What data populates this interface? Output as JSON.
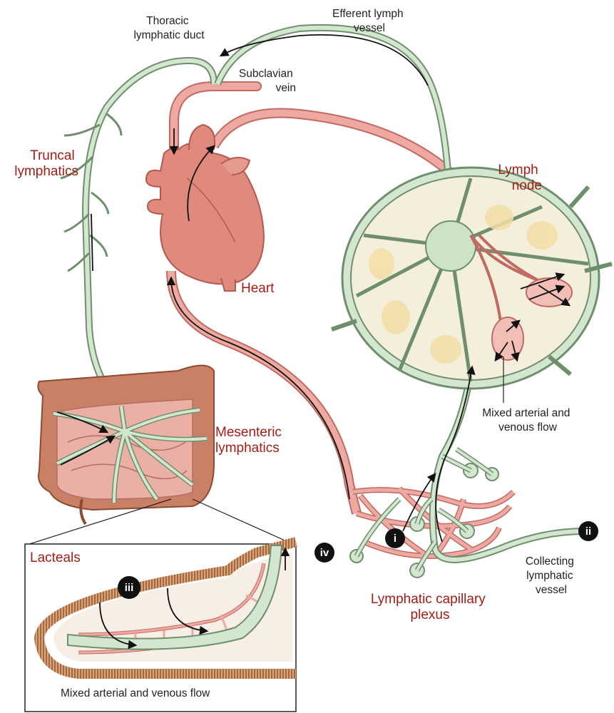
{
  "labels": {
    "thoracic_duct": [
      "Thoracic",
      "lymphatic duct"
    ],
    "efferent": [
      "Efferent lymph",
      "vessel"
    ],
    "subclavian": [
      "Subclavian",
      "vein"
    ],
    "truncal": [
      "Truncal",
      "lymphatics"
    ],
    "lymph_node": [
      "Lymph",
      "node"
    ],
    "heart": "Heart",
    "mixed_node": [
      "Mixed arterial and",
      "venous flow"
    ],
    "mesenteric": [
      "Mesenteric",
      "lymphatics"
    ],
    "lacteals": "Lacteals",
    "mixed_lacteal": "Mixed arterial and venous flow",
    "collecting": [
      "Collecting",
      "lymphatic",
      "vessel"
    ],
    "capillary_plexus": [
      "Lymphatic capillary",
      "plexus"
    ]
  },
  "markers": {
    "i": "i",
    "ii": "ii",
    "iii": "iii",
    "iv": "iv"
  },
  "colors": {
    "lymph_fill": "#d3e6cf",
    "lymph_stroke": "#6f8f6c",
    "vessel_fill": "#eeaaa2",
    "vessel_stroke": "#c06a62",
    "heart": "#e08a7e",
    "intestine": "#c98064",
    "node_fill": "#f4efdc",
    "follicle": "#f2dea6",
    "red_text": "#a51d16",
    "marker": "#111111"
  }
}
